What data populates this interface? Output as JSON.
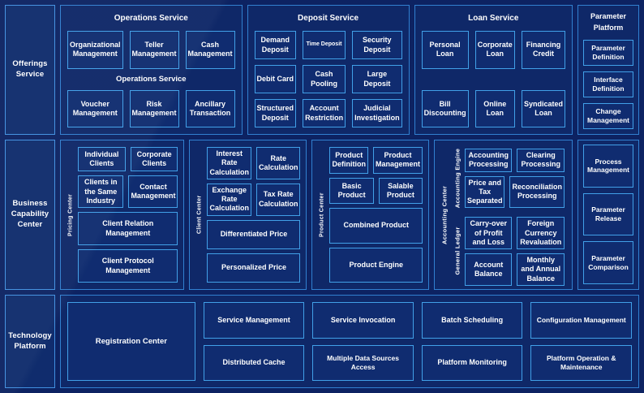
{
  "rows": {
    "offerings": {
      "label": "Offerings\nService",
      "services": [
        {
          "title": "Operations Service",
          "ghost_title": "Operations Service",
          "items": [
            "Organizational Management",
            "Teller Management",
            "Cash Management",
            "Voucher Management",
            "Risk Management",
            "Ancillary Transaction"
          ]
        },
        {
          "title": "Deposit Service",
          "items": [
            "Demand Deposit",
            "Time Deposit",
            "Security Deposit",
            "Debit Card",
            "Cash Pooling",
            "Large Deposit",
            "Structured Deposit",
            "Account Restriction",
            "Judicial Investigation"
          ]
        },
        {
          "title": "Loan Service",
          "items": [
            "Personal Loan",
            "Corporate Loan",
            "Financing Credit",
            "Bill Discounting",
            "Online Loan",
            "Syndicated Loan"
          ]
        }
      ]
    },
    "parameter_platform": {
      "title": "Parameter Platform",
      "items": [
        "Parameter Definition",
        "Interface Definition",
        "Change Management",
        "Process Management",
        "Parameter Release",
        "Parameter Comparison"
      ]
    },
    "business": {
      "label": "Business\nCapability\nCenter",
      "centers": [
        {
          "vlabel": "Pricing Center",
          "row1": [
            "Individual Clients",
            "Corporate Clients"
          ],
          "row2": [
            "Clients in the Same Industry",
            "Contact Management"
          ],
          "full1": "Client Relation Management",
          "full2": "Client Protocol Management"
        },
        {
          "vlabel": "Client Center",
          "row1": [
            "Interest Rate Calculation",
            "Rate Calculation"
          ],
          "row2": [
            "Exchange Rate Calculation",
            "Tax Rate Calculation"
          ],
          "full1": "Differentiated Price",
          "full2": "Personalized Price"
        },
        {
          "vlabel": "Product Center",
          "row1": [
            "Product Definition",
            "Product Management"
          ],
          "row2": [
            "Basic Product",
            "Salable Product"
          ],
          "full1": "Combined Product",
          "full2": "Product Engine"
        }
      ],
      "accounting": {
        "vlabel": "Accounting Center",
        "engine": {
          "vlabel": "Accounting Engine",
          "items": [
            "Accounting Processing",
            "Clearing Processing",
            "Price and Tax Separated",
            "Reconciliation Processing"
          ]
        },
        "ledger": {
          "vlabel": "General  Ledger",
          "items": [
            "Carry-over of Profit and Loss",
            "Foreign Currency Revaluation",
            "Account Balance",
            "Monthly and Annual Balance"
          ]
        }
      }
    },
    "technology": {
      "label": "Technology\nPlatform",
      "registration": "Registration Center",
      "columns": [
        [
          "Service Management",
          "Distributed Cache"
        ],
        [
          "Service Invocation",
          "Multiple Data Sources Access"
        ],
        [
          "Batch Scheduling",
          "Platform Monitoring"
        ],
        [
          "Configuration Management",
          "Platform Operation & Maintenance"
        ]
      ]
    }
  },
  "colors": {
    "background": "#0a2060",
    "panel_fill": "#0c2566",
    "panel_border": "#2f7fd0",
    "cell_fill": "#0d2a6e",
    "cell_border": "#3f9fe8",
    "text": "#ffffff"
  }
}
